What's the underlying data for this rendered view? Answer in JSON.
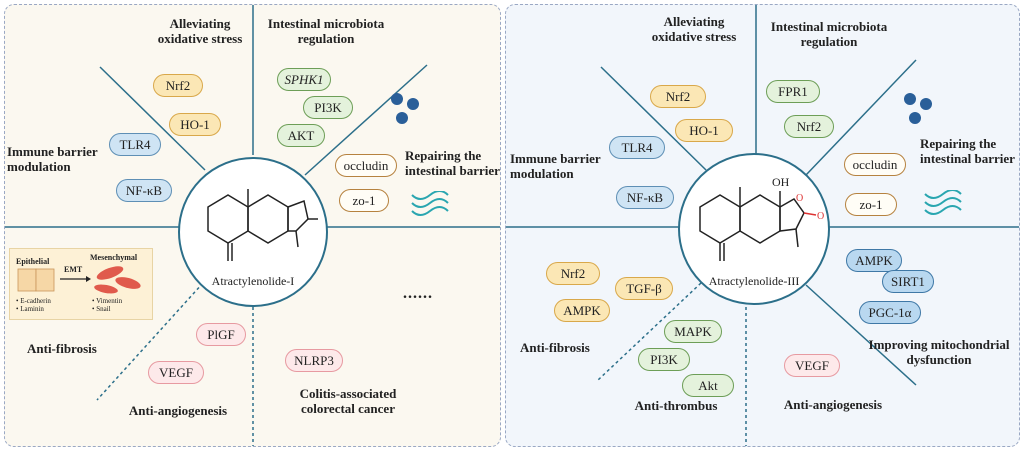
{
  "left": {
    "headings": {
      "oxidative": "Alleviating\noxidative stress",
      "microbiota": "Intestinal microbiota\nregulation",
      "immune": "Immune barrier\nmodulation",
      "barrier": "Repairing the\nintestinal barrier",
      "fibrosis": "Anti-fibrosis",
      "angiogenesis": "Anti-angiogenesis",
      "colitis": "Colitis-associated\ncolorectal cancer"
    },
    "pills": {
      "nrf2": "Nrf2",
      "ho1": "HO-1",
      "sphk1": "SPHK1",
      "pi3k": "PI3K",
      "akt": "AKT",
      "tlr4": "TLR4",
      "nfkb": "NF-κB",
      "occludin": "occludin",
      "zo1": "zo-1",
      "plgf": "PlGF",
      "vegf": "VEGF",
      "nlrp3": "NLRP3"
    },
    "compound": "Atractylenolide-I",
    "ellipsis": "......",
    "emt": {
      "epithelial": "Epithelial",
      "mesenchymal": "Mesenchymal",
      "arrow_label": "EMT",
      "markers_left": "• E-cadherin\n• Laminin",
      "markers_right": "• Vimentin\n• Snail"
    }
  },
  "right": {
    "headings": {
      "oxidative": "Alleviating\noxidative stress",
      "microbiota": "Intestinal microbiota\nregulation",
      "immune": "Immune barrier\nmodulation",
      "barrier": "Repairing the\nintestinal barrier",
      "fibrosis": "Anti-fibrosis",
      "thrombus": "Anti-thrombus",
      "angiogenesis": "Anti-angiogenesis",
      "mito": "Improving mitochondrial\ndysfunction"
    },
    "pills": {
      "nrf2_top": "Nrf2",
      "ho1": "HO-1",
      "fpr1": "FPR1",
      "nrf2_micro": "Nrf2",
      "tlr4": "TLR4",
      "nfkb": "NF-κB",
      "occludin": "occludin",
      "zo1": "zo-1",
      "nrf2_fib": "Nrf2",
      "tgfb": "TGF-β",
      "ampk_fib": "AMPK",
      "mapk": "MAPK",
      "pi3k": "PI3K",
      "akt": "Akt",
      "vegf": "VEGF",
      "ampk_mito": "AMPK",
      "sirt1": "SIRT1",
      "pgc1a": "PGC-1α"
    },
    "compound": "Atractylenolide-III",
    "oh": "OH"
  },
  "colors": {
    "line": "#2c6f8a",
    "yellow": "#fbe7b5",
    "blue": "#cfe4f4",
    "green": "#e4f2dc",
    "pink": "#fde9ea"
  }
}
